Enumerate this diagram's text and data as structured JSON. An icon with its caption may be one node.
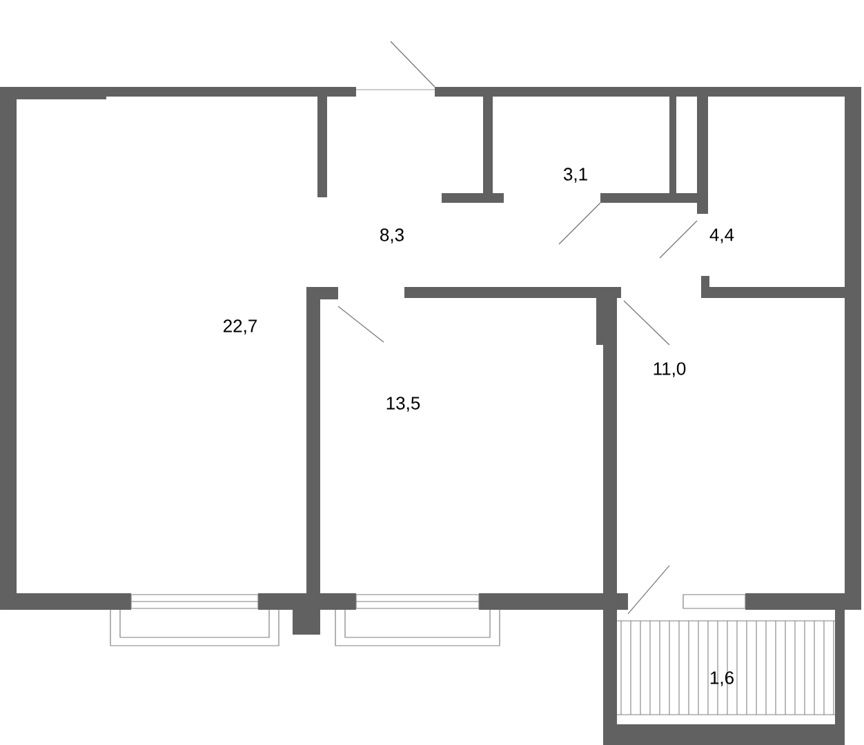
{
  "diagram": {
    "labels": [
      "3,1",
      "8,3",
      "4,4",
      "22,7",
      "11,0",
      "13,5",
      "1,6"
    ]
  }
}
